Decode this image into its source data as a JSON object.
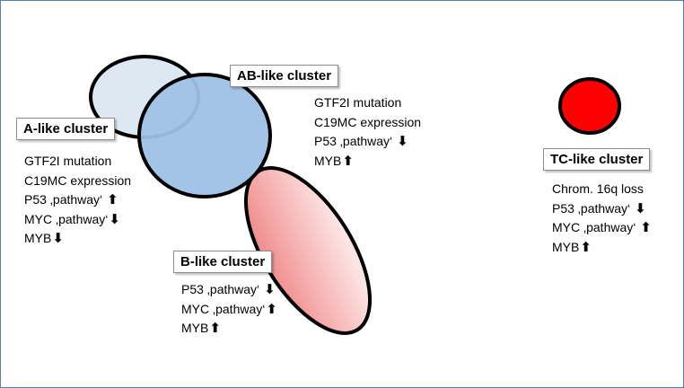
{
  "colors": {
    "a_like_fill": "#dde8f3",
    "ab_like_fill": "#9fc1e6",
    "b_like_fill_from": "#ef8080",
    "b_like_fill_to": "#fde4e4",
    "tc_like_fill": "#ff0000",
    "outline": "#000000",
    "frame_border": "#4f81bd"
  },
  "clusters": {
    "a_like": {
      "label": "A-like cluster",
      "features": [
        {
          "text": "GTF2I mutation",
          "arrow": ""
        },
        {
          "text": "C19MC expression",
          "arrow": ""
        },
        {
          "text": "P53 ‚pathway‘ ",
          "arrow": "up"
        },
        {
          "text": "MYC ‚pathway‘",
          "arrow": "down"
        },
        {
          "text": "MYB",
          "arrow": "down"
        }
      ]
    },
    "ab_like": {
      "label": "AB-like cluster",
      "features": [
        {
          "text": "GTF2I mutation",
          "arrow": ""
        },
        {
          "text": "C19MC expression",
          "arrow": ""
        },
        {
          "text": "P53 ‚pathway‘ ",
          "arrow": "down"
        },
        {
          "text": "MYB",
          "arrow": "up"
        }
      ]
    },
    "b_like": {
      "label": "B-like cluster",
      "features": [
        {
          "text": "P53 ‚pathway‘ ",
          "arrow": "down"
        },
        {
          "text": "MYC ‚pathway‘",
          "arrow": "up"
        },
        {
          "text": "MYB",
          "arrow": "up"
        }
      ]
    },
    "tc_like": {
      "label": "TC-like cluster",
      "features": [
        {
          "text": "Chrom. 16q loss",
          "arrow": ""
        },
        {
          "text": "P53 ‚pathway‘ ",
          "arrow": "down"
        },
        {
          "text": "MYC ‚pathway‘ ",
          "arrow": "up"
        },
        {
          "text": "MYB",
          "arrow": "up"
        }
      ]
    }
  }
}
